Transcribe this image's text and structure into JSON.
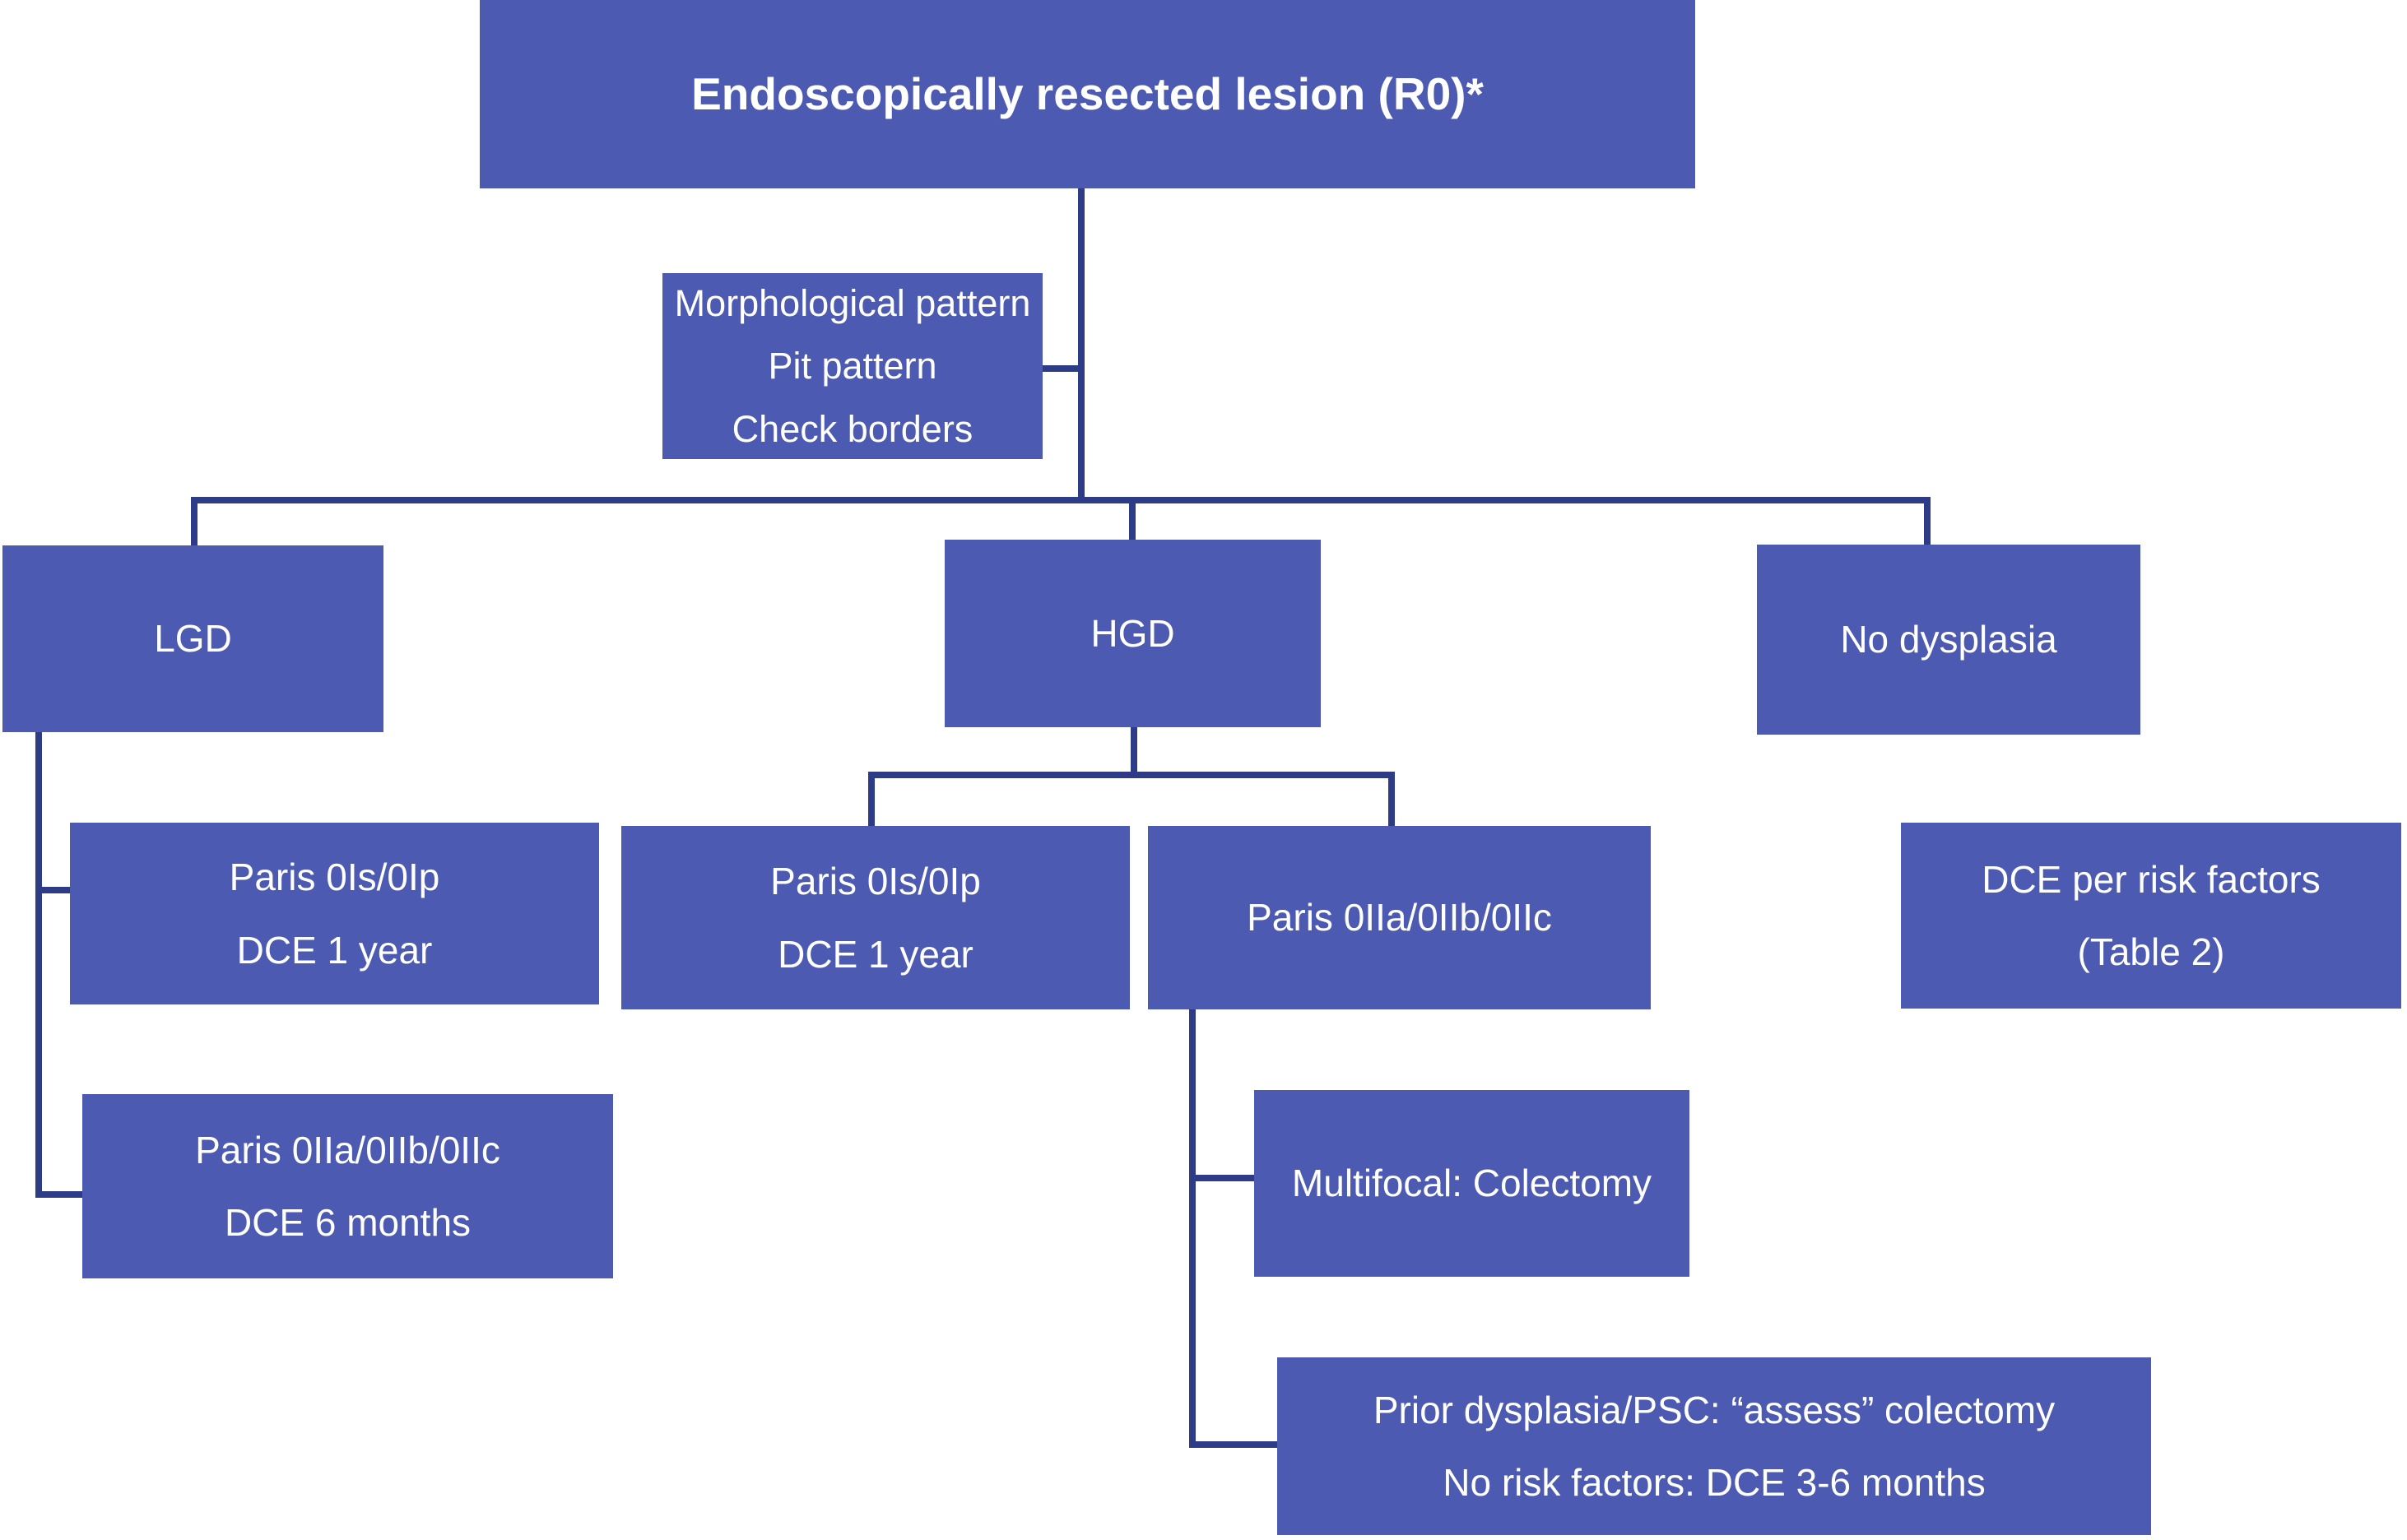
{
  "figure": {
    "background": "#ffffff",
    "box_fill": "#4c5ab1",
    "line_color": "#2e3b87",
    "text_color": "#ffffff",
    "type": "flowchart"
  },
  "nodes": {
    "root": {
      "line1": "Endoscopically resected lesion (R0)*"
    },
    "criteria": {
      "line1": "Morphological pattern",
      "line2": "Pit pattern",
      "line3": "Check borders"
    },
    "lgd": {
      "line1": "LGD"
    },
    "hgd": {
      "line1": "HGD"
    },
    "no_dysplasia": {
      "line1": "No dysplasia"
    },
    "lgd_polypoid": {
      "line1": "Paris 0Is/0Ip",
      "line2": "DCE 1 year"
    },
    "hgd_polypoid": {
      "line1": "Paris 0Is/0Ip",
      "line2": "DCE 1 year"
    },
    "hgd_flat": {
      "line1": "Paris 0IIa/0IIb/0IIc"
    },
    "dce_risk": {
      "line1": "DCE per risk factors",
      "line2": "(Table 2)"
    },
    "lgd_flat": {
      "line1": "Paris 0IIa/0IIb/0IIc",
      "line2": "DCE 6 months"
    },
    "multifocal": {
      "line1": "Multifocal: Colectomy"
    },
    "prior": {
      "line1": "Prior dysplasia/PSC: “assess” colectomy",
      "line2": "No risk factors: DCE 3-6 months"
    }
  }
}
